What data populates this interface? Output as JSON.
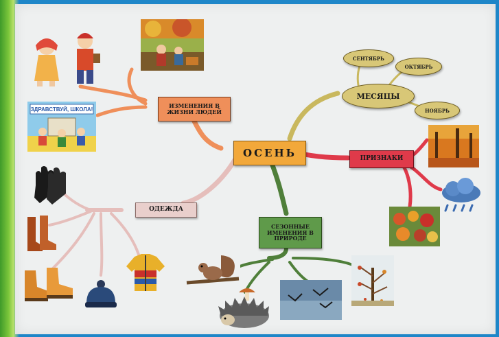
{
  "center": "ОСЕНЬ",
  "branches": {
    "people": "ИЗМЕНЕНИЯ В ЖИЗНИ ЛЮДЕЙ",
    "months": "МЕСЯЦЫ",
    "signs": "ПРИЗНАКИ",
    "clothes": "ОДЕЖДА",
    "nature": "СЕЗОННЫЕ ИМЕНЕНИЯ В ПРИРОДЕ"
  },
  "months": [
    "СЕНТЯБРЬ",
    "ОКТЯБРЬ",
    "НОЯБРЬ"
  ],
  "school_sign": "ЗДРАВСТВУЙ, ШКОЛА!",
  "colors": {
    "frame": "#1e86c8",
    "center": "#f2a83a",
    "people_branch": "#ef8f5a",
    "months_branch": "#c9b85e",
    "signs_branch": "#df3a4a",
    "clothes_branch": "#e5bebb",
    "nature_branch": "#4f7f3a"
  }
}
